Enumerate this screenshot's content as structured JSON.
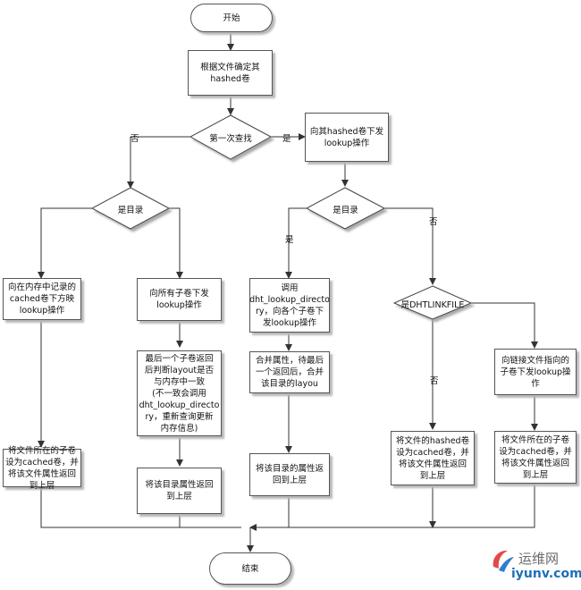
{
  "nodes": {
    "start": "开始",
    "determine_hashed": "根据文件确定其\nhashed卷",
    "first_lookup": "第一次查找",
    "lookup_on_hashed": "向其hashed卷下发\nlookup操作",
    "is_dir_left": "是目录",
    "is_dir_right": "是目录",
    "record_cached": "向在内存中记录的\ncached卷下方映\nlookup操作",
    "send_all_subvols": "向所有子卷下发\nlookup操作",
    "call_dht_lookup": "调用\ndht_lookup_directo\nry，向各个子卷下\n发lookup操作",
    "is_linkfile": "是DHTLINKFILE",
    "check_layout": "最后一个子卷返回\n后判断layout是否\n与内存中一致\n(不一致会调用\ndht_lookup_directo\nry，重新查询更新\n内存信息)",
    "merge_attrs": "合并属性，待最后\n一个返回后，合并\n该目录的layou",
    "send_link_target": "向链接文件指向的\n子卷下发lookup操作",
    "set_cached_left": "将文件所在的子卷\n设为cached卷，并\n将该文件属性返回\n到上层",
    "return_dir_attr_left": "将该目录属性返回\n到上层",
    "return_dir_attr_mid": "将该目录的属性返\n回到上层",
    "set_hashed_cached": "将文件的hashed卷\n设为cached卷，并\n将该文件属性返回\n到上层",
    "set_cached_right": "将文件所在的子卷\n设为cached卷，并\n将该文件属性返回\n到上层",
    "end": "结束"
  },
  "edge_labels": {
    "no_1": "否",
    "yes_1": "是",
    "yes_2": "是",
    "no_2": "否",
    "no_3": "否"
  },
  "watermark": {
    "text_cn": "运维网",
    "text_url": "iyunv.com"
  }
}
